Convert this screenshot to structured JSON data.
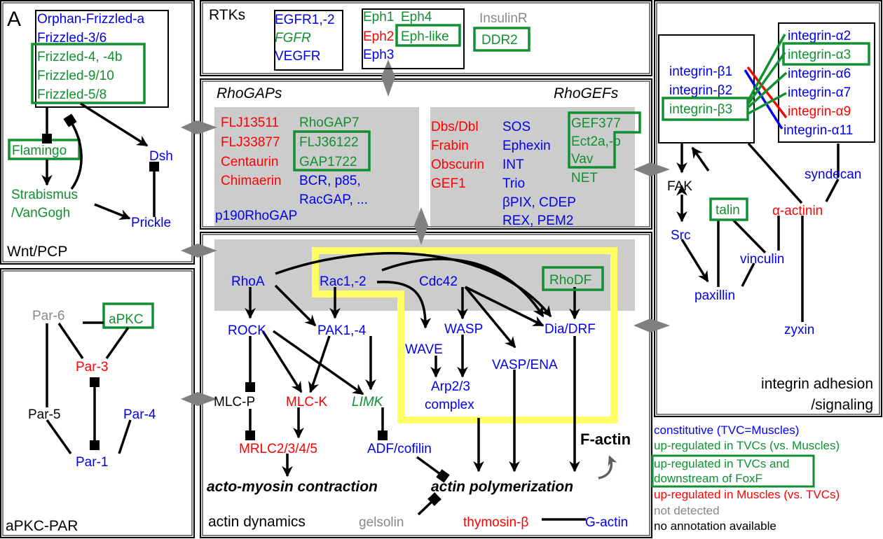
{
  "figure_label": "A",
  "panels": {
    "wnt": {
      "title": "Wnt/PCP",
      "receptors": [
        "Orphan-Frizzled-a",
        "Frizzled-3/6",
        "Frizzled-4, -4b",
        "Frizzled-9/10",
        "Frizzled-5/8"
      ],
      "flamingo": "Flamingo",
      "strabismus": [
        "Strabismus",
        "/VanGogh"
      ],
      "dsh": "Dsh",
      "prickle": "Prickle"
    },
    "apkc": {
      "title": "aPKC-PAR",
      "par6": "Par-6",
      "apkc": "aPKC",
      "par3": "Par-3",
      "par5": "Par-5",
      "par4": "Par-4",
      "par1": "Par-1"
    },
    "rtks": {
      "title": "RTKs",
      "group1": [
        "EGFR1,-2",
        "FGFR",
        "VEGFR"
      ],
      "eph": [
        "Eph1",
        "Eph4",
        "Eph2",
        "Eph-like",
        "Eph3"
      ],
      "insulinr": "InsulinR",
      "ddr2": "DDR2"
    },
    "rhogaps": {
      "title": "RhoGAPs",
      "col1": [
        "FLJ13511",
        "FLJ33877",
        "Centaurin",
        "Chimaerin"
      ],
      "col2": [
        "RhoGAP7",
        "FLJ36122",
        "GAP1722",
        "BCR, p85,",
        "RacGAP, ..."
      ],
      "bottom": "p190RhoGAP"
    },
    "rhogefs": {
      "title": "RhoGEFs",
      "col1": [
        "Dbs/Dbl",
        "Frabin",
        "Obscurin",
        "GEF1"
      ],
      "col2": [
        "SOS",
        "Ephexin",
        "INT",
        "Trio",
        "βPIX, CDEP",
        "REX, PEM2"
      ],
      "col3": [
        "GEF377",
        "Ect2a,-b",
        "Vav",
        "NET"
      ]
    },
    "actin": {
      "title": "actin dynamics",
      "rhoa": "RhoA",
      "rac": "Rac1,-2",
      "cdc42": "Cdc42",
      "rhodf": "RhoDF",
      "rock": "ROCK",
      "pak": "PAK1,-4",
      "wave": "WAVE",
      "wasp": "WASP",
      "dia": "Dia/DRF",
      "vasp": "VASP/ENA",
      "arp": [
        "Arp2/3",
        "complex"
      ],
      "mlcp": "MLC-P",
      "mlck": "MLC-K",
      "limk": "LIMK",
      "mrlc": "MRLC2/3/4/5",
      "adf": "ADF/cofilin",
      "contraction": "acto-myosin contraction",
      "polymerization": "actin polymerization",
      "factin": "F-actin",
      "gelsolin": "gelsolin",
      "thymosin": "thymosin-β",
      "gactin": "G-actin"
    },
    "integrin": {
      "title": [
        "integrin adhesion",
        "/signaling"
      ],
      "betas": [
        "integrin-β1",
        "integrin-β2",
        "integrin-β3"
      ],
      "alphas": [
        "integrin-α2",
        "integrin-α3",
        "integrin-α6",
        "integrin-α7",
        "integrin-α9",
        "integrin-α11"
      ],
      "fak": "FAK",
      "src": "Src",
      "talin": "talin",
      "actinin": "α-actinin",
      "syndecan": "syndecan",
      "vinculin": "vinculin",
      "paxillin": "paxillin",
      "zyxin": "zyxin"
    }
  },
  "legend": {
    "constitutive": "constitutive (TVC=Muscles)",
    "up_tvc": "up-regulated in TVCs (vs. Muscles)",
    "up_foxf": [
      "up-regulated in TVCs and",
      "downstream of FoxF"
    ],
    "up_muscle": "up-regulated in Muscles (vs. TVCs)",
    "not_detected": "not detected",
    "no_annotation": "no annotation available"
  },
  "colors": {
    "constitutive": "#0000ee",
    "up_tvc": "#109030",
    "up_muscle": "#ff0000",
    "not_detected": "#888888",
    "no_annotation": "#000000",
    "highlight": "#ffff66",
    "shade": "#cccccc"
  }
}
